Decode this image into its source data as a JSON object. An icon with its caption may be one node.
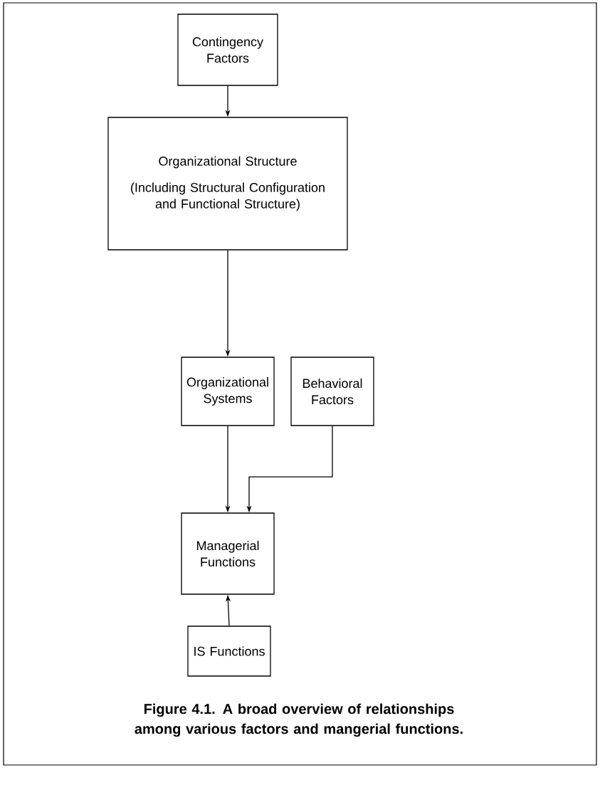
{
  "diagram": {
    "caption": "Figure 4.1. A broad overview of relationships among various factors and mangerial functions.",
    "nodes": [
      {
        "text": [
          "Contingency Factors"
        ]
      },
      {
        "text": [
          "Organizational Structure",
          "(Including Structural Configuration and Functional Structure)"
        ]
      },
      {
        "text": [
          "Organizational Systems"
        ]
      },
      {
        "text": [
          "Behavioral Factors"
        ]
      },
      {
        "text": [
          "Managerial Functions"
        ]
      },
      {
        "text": [
          "IS Functions"
        ]
      }
    ],
    "edges": [
      {
        "from": 0,
        "to": 1,
        "arrow": "to"
      },
      {
        "from": 1,
        "to": 2,
        "arrow": "to"
      },
      {
        "from": 2,
        "to": 4,
        "arrow": "to"
      },
      {
        "from": 3,
        "to": 4,
        "arrow": "to"
      },
      {
        "from": 5,
        "to": 4,
        "arrow": "to"
      }
    ]
  }
}
